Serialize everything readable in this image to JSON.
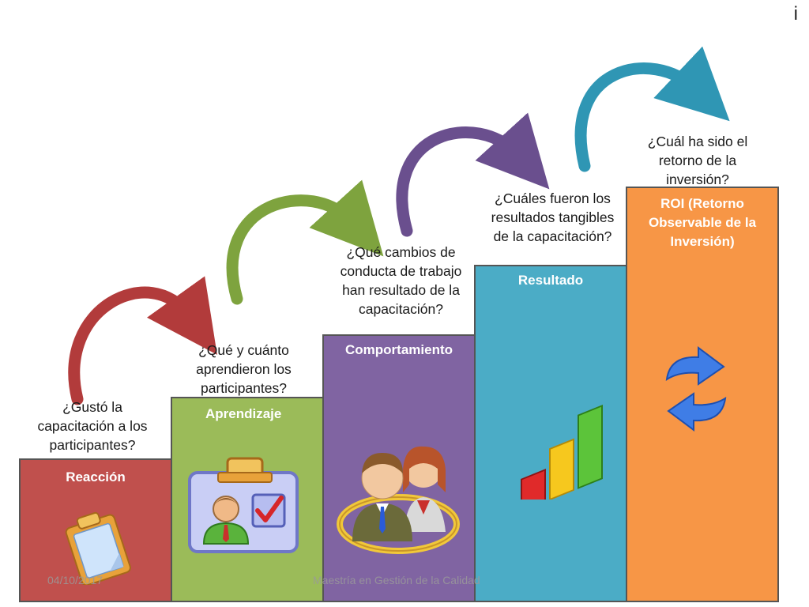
{
  "corner_mark": "i",
  "steps": [
    {
      "title": "Reacción",
      "question": "¿Gustó la capacitación a los participantes?",
      "color": "#c0504d",
      "icon": "clipboard-icon"
    },
    {
      "title": "Aprendizaje",
      "question": "¿Qué y cuánto aprendieron los participantes?",
      "color": "#9bbb59",
      "icon": "id-card-icon"
    },
    {
      "title": "Comportamiento",
      "question": "¿Qué cambios de conducta de trabajo han resultado de la capacitación?",
      "color": "#8064a2",
      "icon": "people-icon"
    },
    {
      "title": "Resultado",
      "question": "¿Cuáles fueron los resultados tangibles de la capacitación?",
      "color": "#4bacc6",
      "icon": "bar-chart-icon"
    },
    {
      "title": "ROI (Retorno Observable de la Inversión)",
      "question": "¿Cuál ha sido el retorno de la inversión?",
      "color": "#f79646",
      "icon": "refresh-arrows-icon"
    }
  ],
  "footer": {
    "date": "04/10/2017",
    "center": "Maestría en Gestión de la Calidad"
  }
}
